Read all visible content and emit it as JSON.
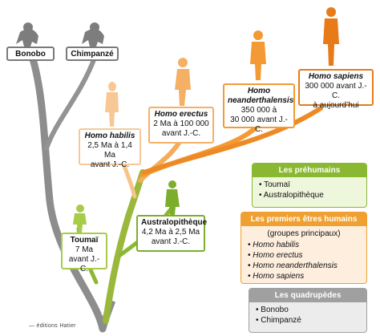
{
  "species": {
    "bonobo": {
      "name": "Bonobo"
    },
    "chimp": {
      "name": "Chimpanzé"
    },
    "habilis": {
      "name": "Homo habilis",
      "line1": "2,5 Ma à 1,4 Ma",
      "line2": "avant J.-C."
    },
    "erectus": {
      "name": "Homo erectus",
      "line1": "2 Ma à 100 000",
      "line2": "avant J.-C."
    },
    "neander": {
      "name1": "Homo",
      "name2": "neanderthalensis",
      "line1": "350 000 à",
      "line2": "30 000 avant J.-C."
    },
    "sapiens": {
      "name": "Homo sapiens",
      "line1": "300 000 avant J.-C.",
      "line2": "à aujourd’hui"
    },
    "toumai": {
      "name": "Toumaï",
      "line1": "7 Ma",
      "line2": "avant J.-C."
    },
    "australo": {
      "name": "Australopithèque",
      "line1": "4,2 Ma à 2,5 Ma",
      "line2": "avant J.-C."
    }
  },
  "legend": {
    "prehumains": {
      "title": "Les préhumains",
      "items": [
        "Toumaï",
        "Australopithèque"
      ],
      "color": "#8ab832"
    },
    "premiers": {
      "title": "Les premiers êtres humains",
      "subtitle": "(groupes principaux)",
      "items": [
        "Homo habilis",
        "Homo erectus",
        "Homo neanderthalensis",
        "Homo sapiens"
      ],
      "color": "#f0a030"
    },
    "quadrupedes": {
      "title": "Les quadrupèdes",
      "items": [
        "Bonobo",
        "Chimpanzé"
      ],
      "color": "#a0a0a0"
    }
  },
  "credit": "— éditions Hatier",
  "colors": {
    "trunk": "#8c8c8c",
    "green": "#8bb832",
    "orange": "#f39a35",
    "lightOrange": "#f7c38b",
    "darkOrange": "#e87a18"
  }
}
